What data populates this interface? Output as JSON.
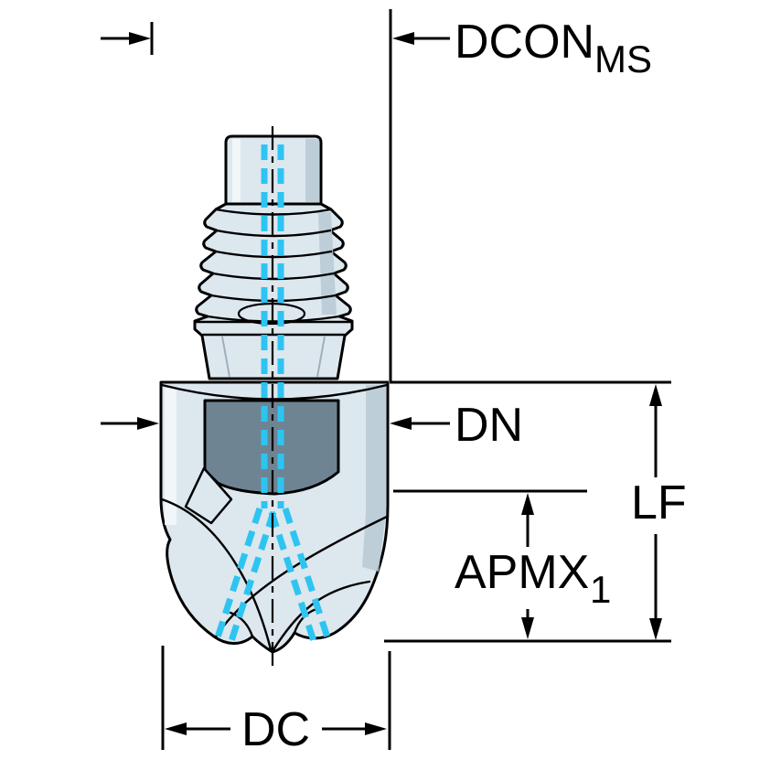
{
  "diagram": {
    "name": "exchangeable-head-milling-cutter-dimension-drawing",
    "labels": {
      "dcon_main": "DCON",
      "dcon_sub": "MS",
      "dn": "DN",
      "lf": "LF",
      "apmx_main": "APMX",
      "apmx_sub": "1",
      "dc": "DC"
    },
    "colors": {
      "outline": "#000000",
      "body-fill": "#dde7ee",
      "body-shade": "#b9c9d5",
      "body-highlight": "#f3f7fa",
      "flat-fill": "#6e8493",
      "coolant": "#2ec4f1",
      "background": "#ffffff"
    }
  }
}
